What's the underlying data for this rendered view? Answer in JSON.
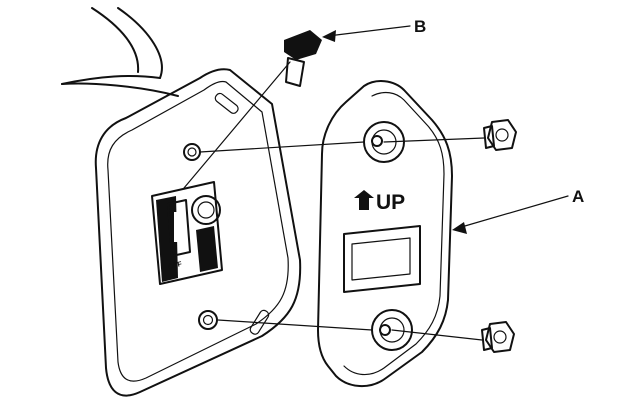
{
  "labels": {
    "callout_b": "B",
    "callout_a": "A",
    "cover_marking": "UP",
    "switch_marking": "OFF"
  },
  "colors": {
    "ink": "#111111",
    "paper": "#ffffff"
  },
  "icons": {
    "up_arrow": "up-arrow-icon"
  }
}
